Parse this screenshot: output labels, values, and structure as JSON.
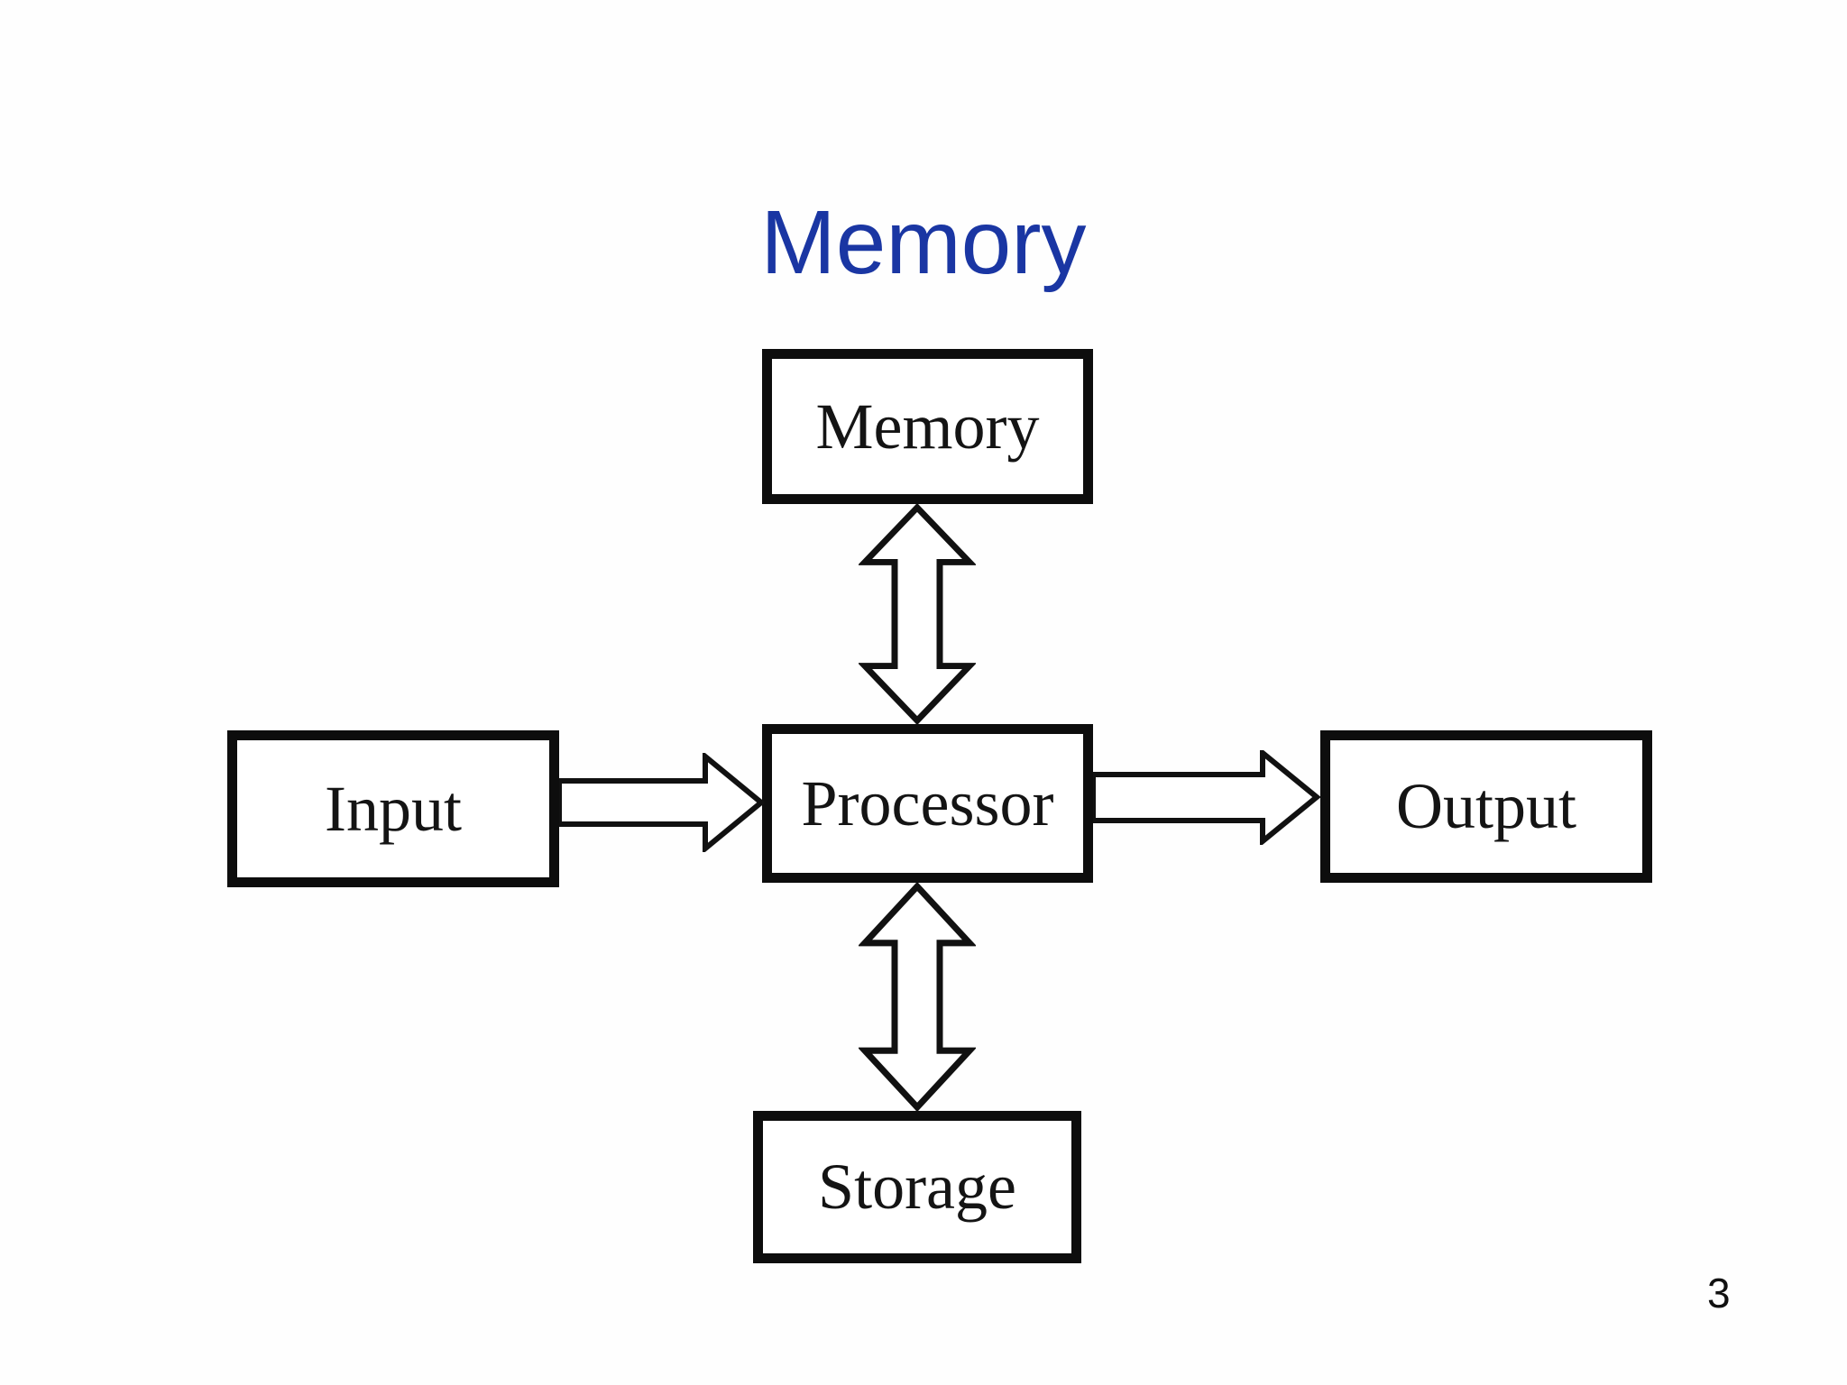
{
  "slide": {
    "title": "Memory",
    "title_color": "#1a36a3",
    "page_number": "3",
    "background_color": "#fefefe"
  },
  "diagram": {
    "nodes": [
      {
        "id": "memory",
        "label": "Memory"
      },
      {
        "id": "input",
        "label": "Input"
      },
      {
        "id": "processor",
        "label": "Processor"
      },
      {
        "id": "output",
        "label": "Output"
      },
      {
        "id": "storage",
        "label": "Storage"
      }
    ],
    "edges": [
      {
        "from": "memory",
        "to": "processor",
        "type": "bidirectional",
        "orientation": "vertical",
        "style": "hollow-outline-arrow"
      },
      {
        "from": "input",
        "to": "processor",
        "type": "single",
        "orientation": "horizontal",
        "style": "hollow-outline-arrow"
      },
      {
        "from": "processor",
        "to": "output",
        "type": "single",
        "orientation": "horizontal",
        "style": "hollow-outline-arrow"
      },
      {
        "from": "processor",
        "to": "storage",
        "type": "bidirectional",
        "orientation": "vertical",
        "style": "hollow-outline-arrow"
      }
    ],
    "colors": {
      "box_border": "#0d0d0d",
      "box_fill": "#ffffff",
      "box_text": "#141414",
      "arrow_stroke": "#111111",
      "arrow_fill": "#ffffff"
    }
  }
}
